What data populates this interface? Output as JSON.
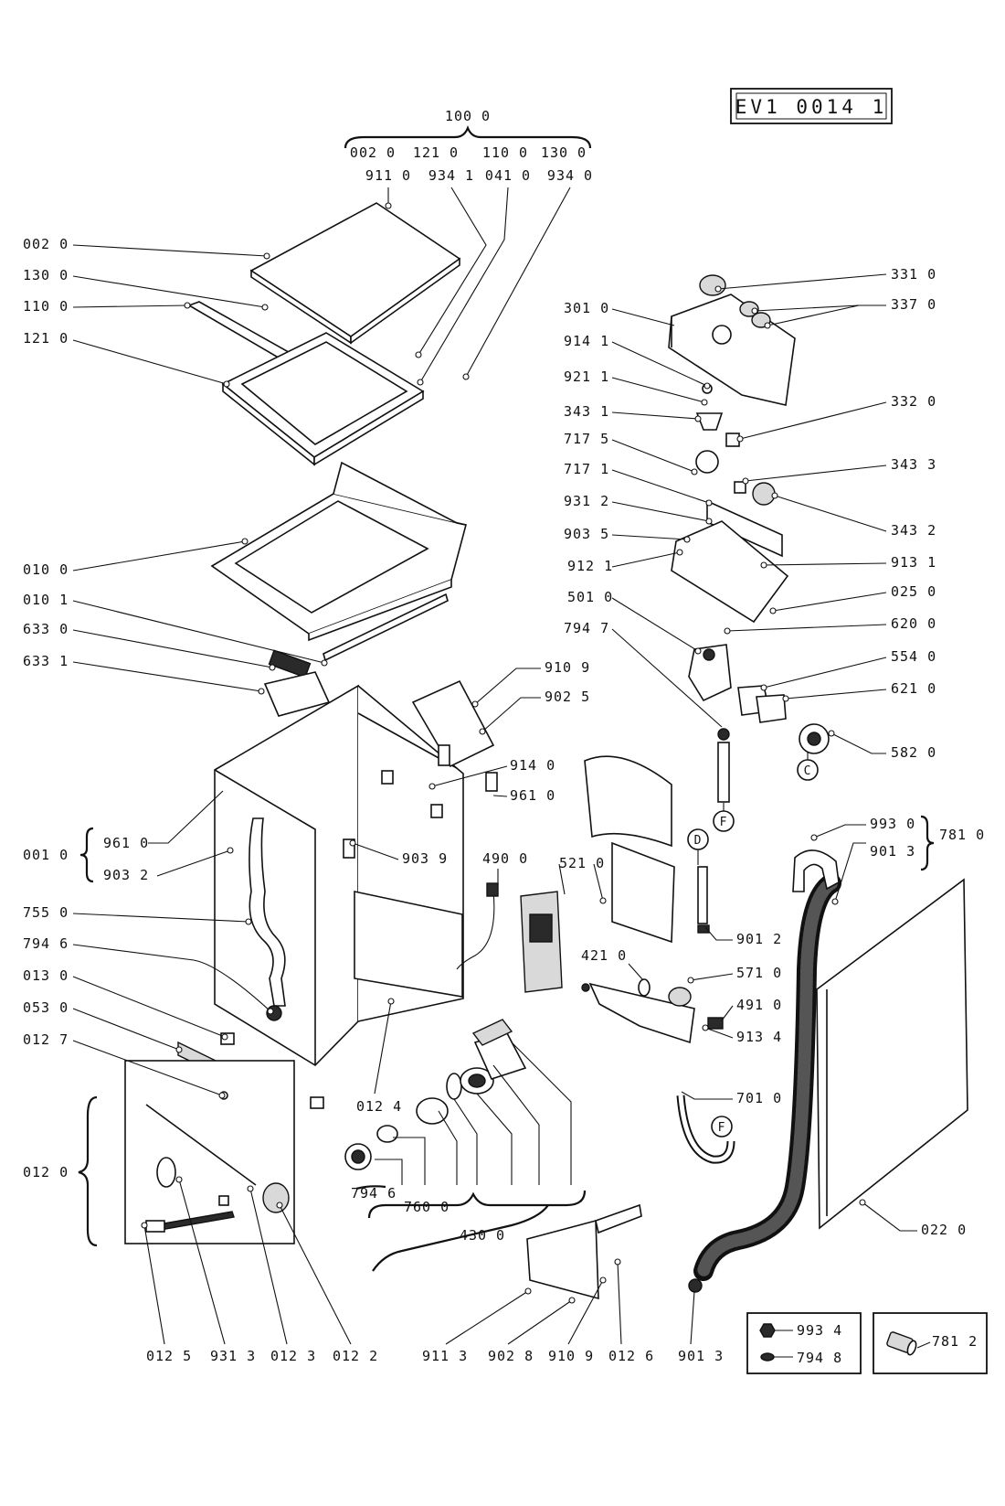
{
  "document_code": "EV1 0014 1",
  "assembly_groups": {
    "top": {
      "title": "100 0",
      "members_row1": [
        "002 0",
        "121 0",
        "110 0",
        "130 0"
      ],
      "members_row2": [
        "911 0",
        "934 1",
        "041 0",
        "934 0"
      ]
    },
    "g_001": {
      "label": "001 0",
      "members": [
        "961 0",
        "903 2"
      ]
    },
    "g_781": {
      "label": "781 0",
      "members": [
        "993 0",
        "901 3"
      ]
    },
    "g_012": {
      "label": "012 0"
    },
    "g_430": {
      "label": "430 0"
    }
  },
  "left_labels": [
    "002 0",
    "130 0",
    "110 0",
    "121 0",
    "010 0",
    "010 1",
    "633 0",
    "633 1",
    "755 0",
    "794 6",
    "013 0",
    "053 0",
    "012 7"
  ],
  "right_labels": [
    "331 0",
    "337 0",
    "332 0",
    "343 3",
    "343 2",
    "913 1",
    "025 0",
    "620 0",
    "554 0",
    "621 0",
    "582 0"
  ],
  "pump_labels": [
    "301 0",
    "914 1",
    "921 1",
    "343 1",
    "717 5",
    "717 1",
    "931 2",
    "903 5",
    "912 1",
    "501 0",
    "794 7"
  ],
  "middle_labels": [
    "910 9",
    "902 5",
    "914 0",
    "961 0",
    "903 9",
    "490 0",
    "521 0",
    "012 4"
  ],
  "circle_markers": [
    "C",
    "F",
    "D",
    "F"
  ],
  "right_mid_labels": [
    "901 2",
    "421 0",
    "571 0",
    "491 0",
    "913 4",
    "701 0",
    "022 0"
  ],
  "bottom_labels": [
    "012 5",
    "931 3",
    "012 3",
    "012 2",
    "794 6",
    "760 0",
    "911 3",
    "902 8",
    "910 9",
    "012 6",
    "901 3"
  ],
  "legend": [
    {
      "code": "993 4",
      "icon": "nut-icon"
    },
    {
      "code": "794 8",
      "icon": "washer-icon"
    },
    {
      "code": "781 2",
      "icon": "hose-fitting-icon"
    }
  ]
}
